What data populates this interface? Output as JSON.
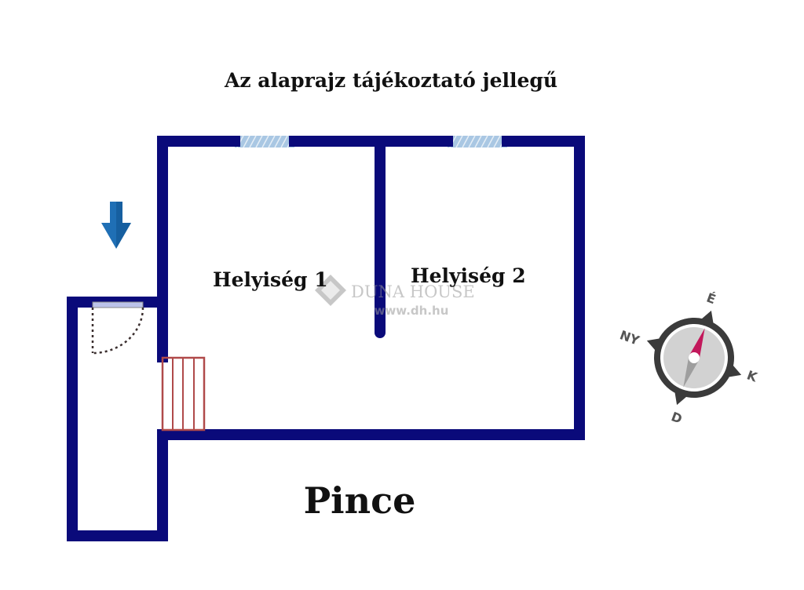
{
  "header": {
    "disclaimer": "Az alaprajz tájékoztató jellegű"
  },
  "rooms": [
    {
      "id": "room-1",
      "label": "Helyiség 1"
    },
    {
      "id": "room-2",
      "label": "Helyiség 2"
    }
  ],
  "floor_label": "Pince",
  "watermark": {
    "brand": "DUNA HOUSE",
    "url": "www.dh.hu"
  },
  "compass": {
    "north": "É",
    "east": "K",
    "south": "D",
    "west": "NY"
  },
  "colors": {
    "wall": "#0a0a7a",
    "window": "#a9c7e3",
    "stairs": "#b04a4a",
    "entrance_arrow": "#1f6fb5",
    "compass_needle": "#c2185b"
  }
}
